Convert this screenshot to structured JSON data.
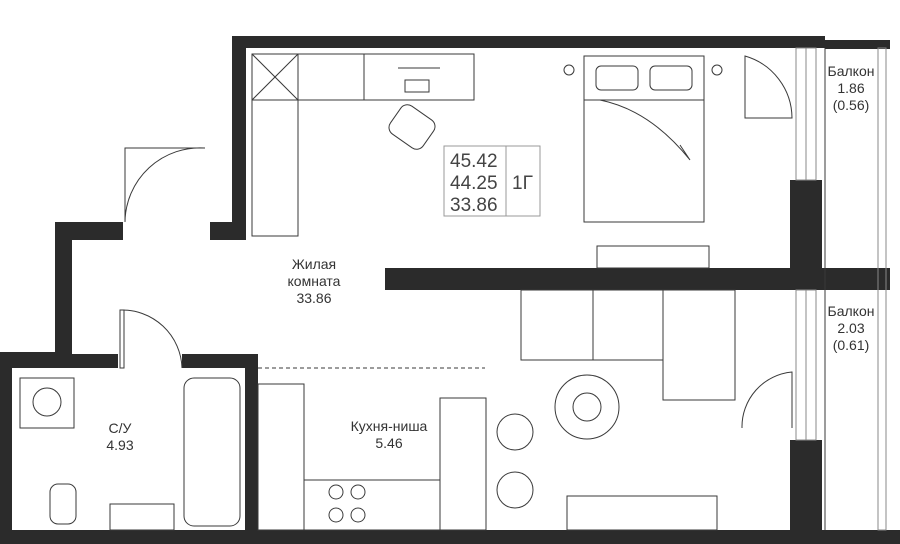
{
  "summary": {
    "total_area": "45.42",
    "area_without_balcony": "44.25",
    "living_area": "33.86",
    "type": "1Г"
  },
  "rooms": {
    "living": {
      "name_line1": "Жилая",
      "name_line2": "комната",
      "area": "33.86"
    },
    "kitchen": {
      "name": "Кухня-ниша",
      "area": "5.46"
    },
    "bathroom": {
      "name": "С/У",
      "area": "4.93"
    },
    "balcony1": {
      "name": "Балкон",
      "area": "1.86",
      "reduced": "(0.56)"
    },
    "balcony2": {
      "name": "Балкон",
      "area": "2.03",
      "reduced": "(0.61)"
    }
  },
  "colors": {
    "wall": "#2b2b2b",
    "line": "#3a3a3a"
  }
}
